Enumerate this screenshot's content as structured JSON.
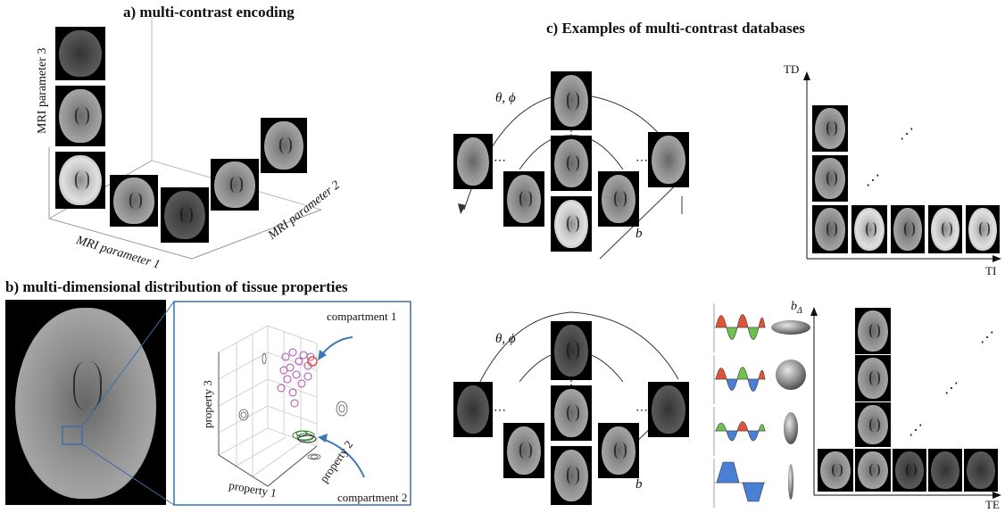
{
  "panel_a": {
    "title": "a) multi-contrast encoding",
    "axis1": "MRI parameter 1",
    "axis2": "MRI parameter 2",
    "axis3": "MRI parameter 3"
  },
  "panel_b": {
    "title": "b) multi-dimensional distribution of tissue properties",
    "property1": "property 1",
    "property2": "property 2",
    "property3": "property 3",
    "compartment1": "compartment 1",
    "compartment2": "compartment 2"
  },
  "panel_c": {
    "title": "c) Examples of multi-contrast databases",
    "theta_phi_top": "θ, ϕ",
    "theta_phi_bottom": "θ, ϕ",
    "b_top": "b",
    "b_bottom": "b",
    "td": "TD",
    "ti": "TI",
    "te": "TE",
    "b_delta": "b",
    "b_delta_sub": "Δ",
    "dots": "⋯",
    "vdots": "⋮",
    "ddots": "⋰"
  },
  "colors": {
    "zoom_box": "#3b6ea8",
    "arrow_blue": "#3a78b5",
    "cluster1": "#b04ab0",
    "cluster2": "#2a7a2a",
    "wave_red": "#e0533a",
    "wave_green": "#6fc04f",
    "wave_blue": "#4a7fd6",
    "ellipsoid": "#8a8a8a"
  }
}
